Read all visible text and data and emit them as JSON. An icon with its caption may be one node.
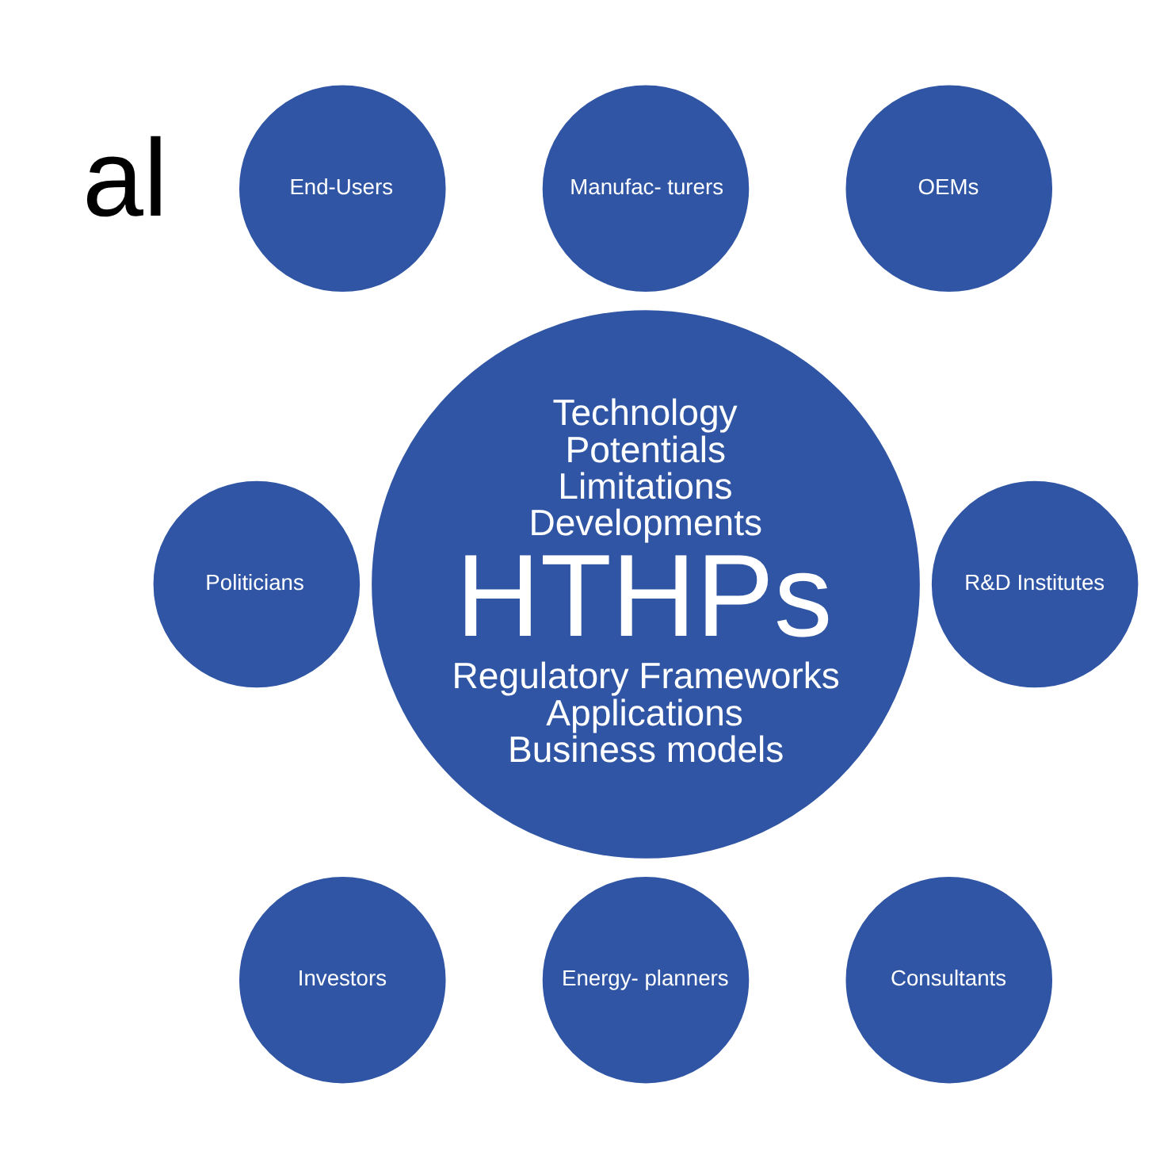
{
  "diagram": {
    "nodes": [
      {
        "text": [
          "Manufac- turers"
        ]
      },
      {
        "text": [
          "End-Users"
        ]
      },
      {
        "text": [
          "OEMs"
        ]
      },
      {
        "text": [
          "Technology",
          "Potentials",
          "Limitations",
          "Developments",
          "HTHPs",
          "Regulatory Frameworks",
          "Applications",
          "Business models"
        ]
      },
      {
        "text": [
          "Politicians"
        ]
      },
      {
        "text": [
          "R&D Institutes"
        ]
      },
      {
        "text": [
          "Investors"
        ]
      },
      {
        "text": [
          "Consultants"
        ]
      },
      {
        "text": [
          "Energy- planners"
        ]
      }
    ],
    "edges": [],
    "labels": [
      "al"
    ]
  }
}
